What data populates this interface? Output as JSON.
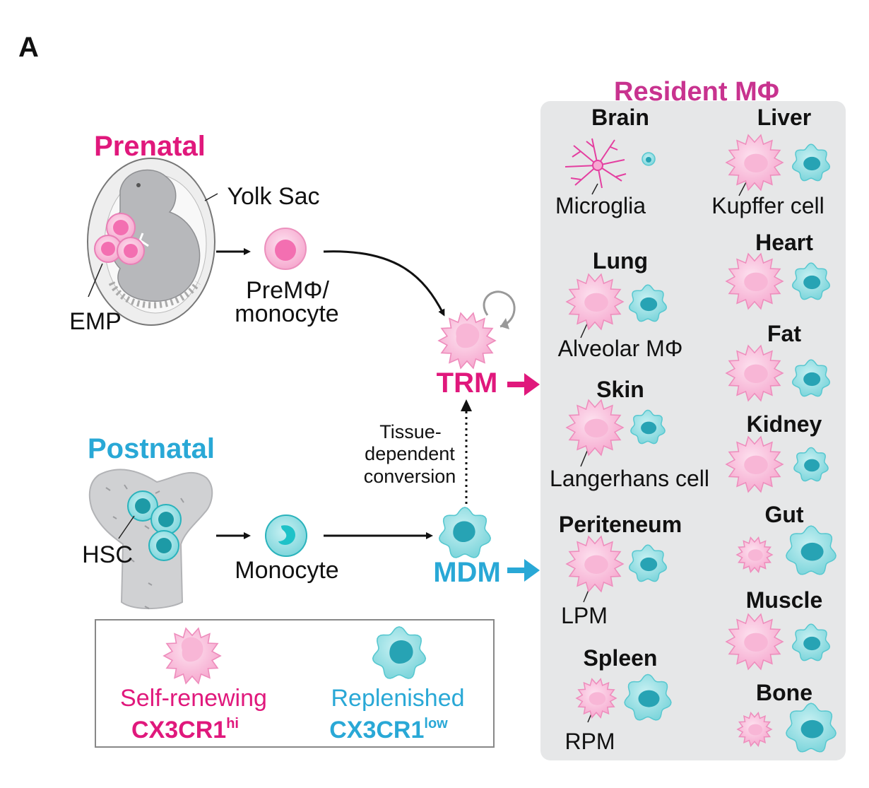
{
  "panel_label": "A",
  "colors": {
    "pink": "#e0187c",
    "blue": "#29a8d6",
    "magenta_title": "#c8338f",
    "panel_bg": "#e6e7e8"
  },
  "prenatal": {
    "title": "Prenatal",
    "yolk_sac": "Yolk Sac",
    "emp": "EMP",
    "premph_1": "PreMΦ/",
    "premph_2": "monocyte"
  },
  "postnatal": {
    "title": "Postnatal",
    "hsc": "HSC",
    "monocyte": "Monocyte"
  },
  "trm": "TRM",
  "mdm": "MDM",
  "conversion": {
    "l1": "Tissue-",
    "l2": "dependent",
    "l3": "conversion"
  },
  "legend": {
    "self": "Self-renewing",
    "cx_hi": "CX3CR1",
    "hi": "hi",
    "replenished": "Replenished",
    "cx_low": "CX3CR1",
    "low": "low"
  },
  "resident": {
    "title": "Resident MΦ",
    "organs": {
      "brain": "Brain",
      "liver": "Liver",
      "lung": "Lung",
      "heart": "Heart",
      "fat": "Fat",
      "skin": "Skin",
      "kidney": "Kidney",
      "periteneum": "Periteneum",
      "gut": "Gut",
      "muscle": "Muscle",
      "spleen": "Spleen",
      "bone": "Bone"
    },
    "cells": {
      "microglia": "Microglia",
      "kupffer": "Kupffer cell",
      "alveolar": "Alveolar MΦ",
      "langerhans": "Langerhans cell",
      "lpm": "LPM",
      "rpm": "RPM"
    }
  }
}
